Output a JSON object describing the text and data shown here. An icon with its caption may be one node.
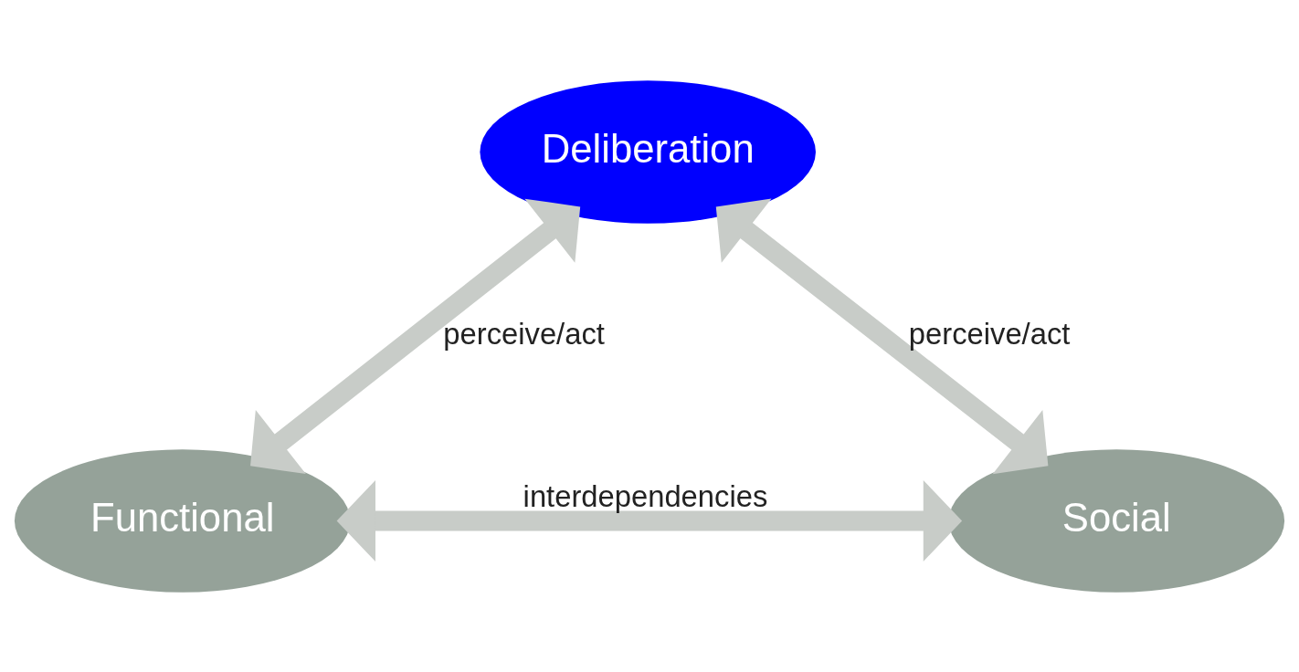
{
  "diagram": {
    "nodes": [
      {
        "text": [
          "Deliberation"
        ]
      },
      {
        "text": [
          "Functional"
        ]
      },
      {
        "text": [
          "Social"
        ]
      }
    ],
    "edges": [
      {
        "from": 0,
        "to": 1,
        "arrow": "both",
        "label": "perceive/act"
      },
      {
        "from": 0,
        "to": 2,
        "arrow": "both",
        "label": "perceive/act"
      },
      {
        "from": 1,
        "to": 2,
        "arrow": "both",
        "label": "interdependencies"
      }
    ]
  }
}
